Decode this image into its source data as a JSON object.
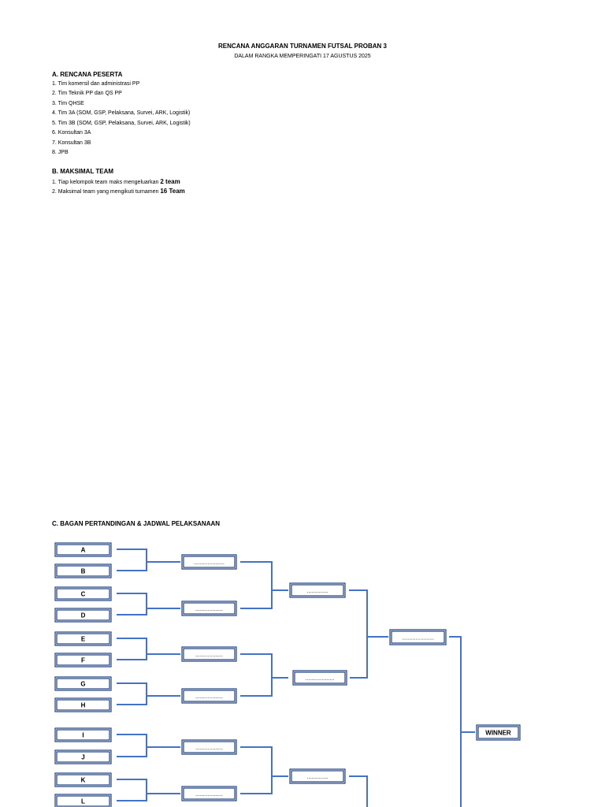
{
  "header": {
    "title": "RENCANA ANGGARAN TURNAMEN FUTSAL PROBAN 3",
    "subtitle": "DALAM RANGKA MEMPERINGATI 17 AGUSTUS 2025"
  },
  "section_a": {
    "heading": "A. RENCANA PESERTA",
    "items": [
      "1. Tim komersil dan administrasi PP",
      "2. Tim Teknik PP dan QS PP",
      "3. Tim QHSE",
      "4. Tim 3A (SOM, GSP, Pelaksana, Survei, ARK, Logistik)",
      "5. Tim 3B (SOM, GSP, Pelaksana, Survei, ARK, Logistik)",
      "6. Konsultan 3A",
      "7. Konsultan 3B",
      "8. JPB"
    ]
  },
  "section_b": {
    "heading": "B. MAKSIMAL TEAM",
    "items": [
      {
        "text": "1.  Tiap kelompok team  maks mengeluarkan ",
        "bold": "2 team"
      },
      {
        "text": "2. Maksimal team yang mengikuti turnamen ",
        "bold": "16 Team"
      }
    ]
  },
  "section_c": {
    "heading": "C. BAGAN PERTANDINGAN & JADWAL PELAKSANAAN"
  },
  "bracket": {
    "teams": [
      "A",
      "B",
      "C",
      "D",
      "E",
      "F",
      "G",
      "H",
      "I",
      "J",
      "K",
      "L"
    ],
    "round2": [
      "....................",
      "..................",
      "..................",
      "..................",
      "..................",
      ".................."
    ],
    "round3": [
      "..............",
      "...................",
      ".............."
    ],
    "semi": [
      "....................."
    ],
    "winner": "WINNER",
    "line_color": "#4472c4"
  }
}
